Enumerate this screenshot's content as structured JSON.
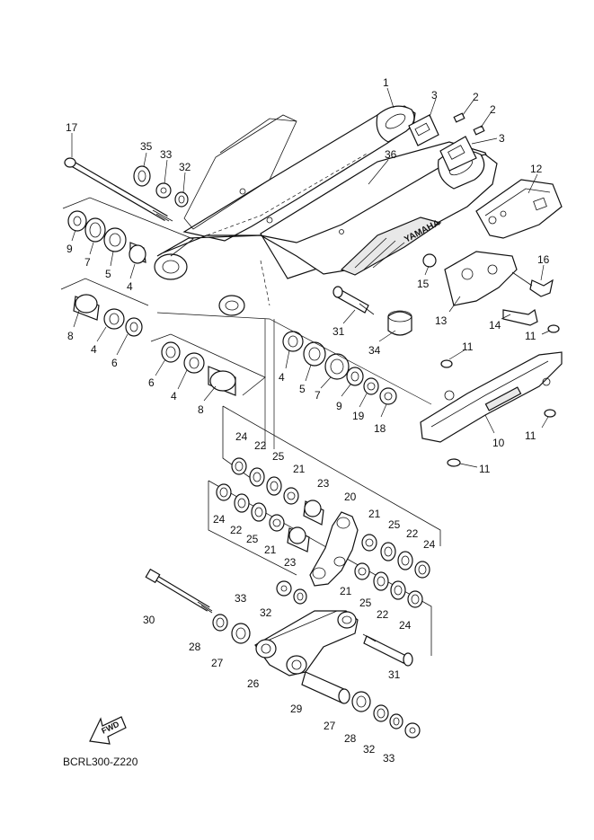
{
  "diagram": {
    "reference_code": "BCRL300-Z220",
    "fwd_label": "FWD",
    "brand_label": "YAMAHA",
    "callouts": [
      {
        "id": "c1",
        "label": "1"
      },
      {
        "id": "c2a",
        "label": "2"
      },
      {
        "id": "c2b",
        "label": "2"
      },
      {
        "id": "c3a",
        "label": "3"
      },
      {
        "id": "c3b",
        "label": "3"
      },
      {
        "id": "c17",
        "label": "17"
      },
      {
        "id": "c35",
        "label": "35"
      },
      {
        "id": "c33a",
        "label": "33"
      },
      {
        "id": "c32a",
        "label": "32"
      },
      {
        "id": "c36",
        "label": "36"
      },
      {
        "id": "c12",
        "label": "12"
      },
      {
        "id": "c9a",
        "label": "9"
      },
      {
        "id": "c7a",
        "label": "7"
      },
      {
        "id": "c5a",
        "label": "5"
      },
      {
        "id": "c4a",
        "label": "4"
      },
      {
        "id": "c15",
        "label": "15"
      },
      {
        "id": "c16",
        "label": "16"
      },
      {
        "id": "c13",
        "label": "13"
      },
      {
        "id": "c14",
        "label": "14"
      },
      {
        "id": "c8a",
        "label": "8"
      },
      {
        "id": "c4b",
        "label": "4"
      },
      {
        "id": "c6a",
        "label": "6"
      },
      {
        "id": "c31a",
        "label": "31"
      },
      {
        "id": "c34",
        "label": "34"
      },
      {
        "id": "c11a",
        "label": "11"
      },
      {
        "id": "c11b",
        "label": "11"
      },
      {
        "id": "c6b",
        "label": "6"
      },
      {
        "id": "c4c",
        "label": "4"
      },
      {
        "id": "c8b",
        "label": "8"
      },
      {
        "id": "c4d",
        "label": "4"
      },
      {
        "id": "c5b",
        "label": "5"
      },
      {
        "id": "c7b",
        "label": "7"
      },
      {
        "id": "c9b",
        "label": "9"
      },
      {
        "id": "c19",
        "label": "19"
      },
      {
        "id": "c18",
        "label": "18"
      },
      {
        "id": "c10",
        "label": "10"
      },
      {
        "id": "c11c",
        "label": "11"
      },
      {
        "id": "c11d",
        "label": "11"
      },
      {
        "id": "c24a",
        "label": "24"
      },
      {
        "id": "c22a",
        "label": "22"
      },
      {
        "id": "c25a",
        "label": "25"
      },
      {
        "id": "c21a",
        "label": "21"
      },
      {
        "id": "c23a",
        "label": "23"
      },
      {
        "id": "c20",
        "label": "20"
      },
      {
        "id": "c24b",
        "label": "24"
      },
      {
        "id": "c22b",
        "label": "22"
      },
      {
        "id": "c25b",
        "label": "25"
      },
      {
        "id": "c21b",
        "label": "21"
      },
      {
        "id": "c23b",
        "label": "23"
      },
      {
        "id": "c21c",
        "label": "21"
      },
      {
        "id": "c25c",
        "label": "25"
      },
      {
        "id": "c22c",
        "label": "22"
      },
      {
        "id": "c24c",
        "label": "24"
      },
      {
        "id": "c21d",
        "label": "21"
      },
      {
        "id": "c25d",
        "label": "25"
      },
      {
        "id": "c22d",
        "label": "22"
      },
      {
        "id": "c24d",
        "label": "24"
      },
      {
        "id": "c33b",
        "label": "33"
      },
      {
        "id": "c32b",
        "label": "32"
      },
      {
        "id": "c30",
        "label": "30"
      },
      {
        "id": "c28a",
        "label": "28"
      },
      {
        "id": "c27a",
        "label": "27"
      },
      {
        "id": "c26",
        "label": "26"
      },
      {
        "id": "c31b",
        "label": "31"
      },
      {
        "id": "c29",
        "label": "29"
      },
      {
        "id": "c27b",
        "label": "27"
      },
      {
        "id": "c28b",
        "label": "28"
      },
      {
        "id": "c32c",
        "label": "32"
      },
      {
        "id": "c33c",
        "label": "33"
      }
    ]
  }
}
